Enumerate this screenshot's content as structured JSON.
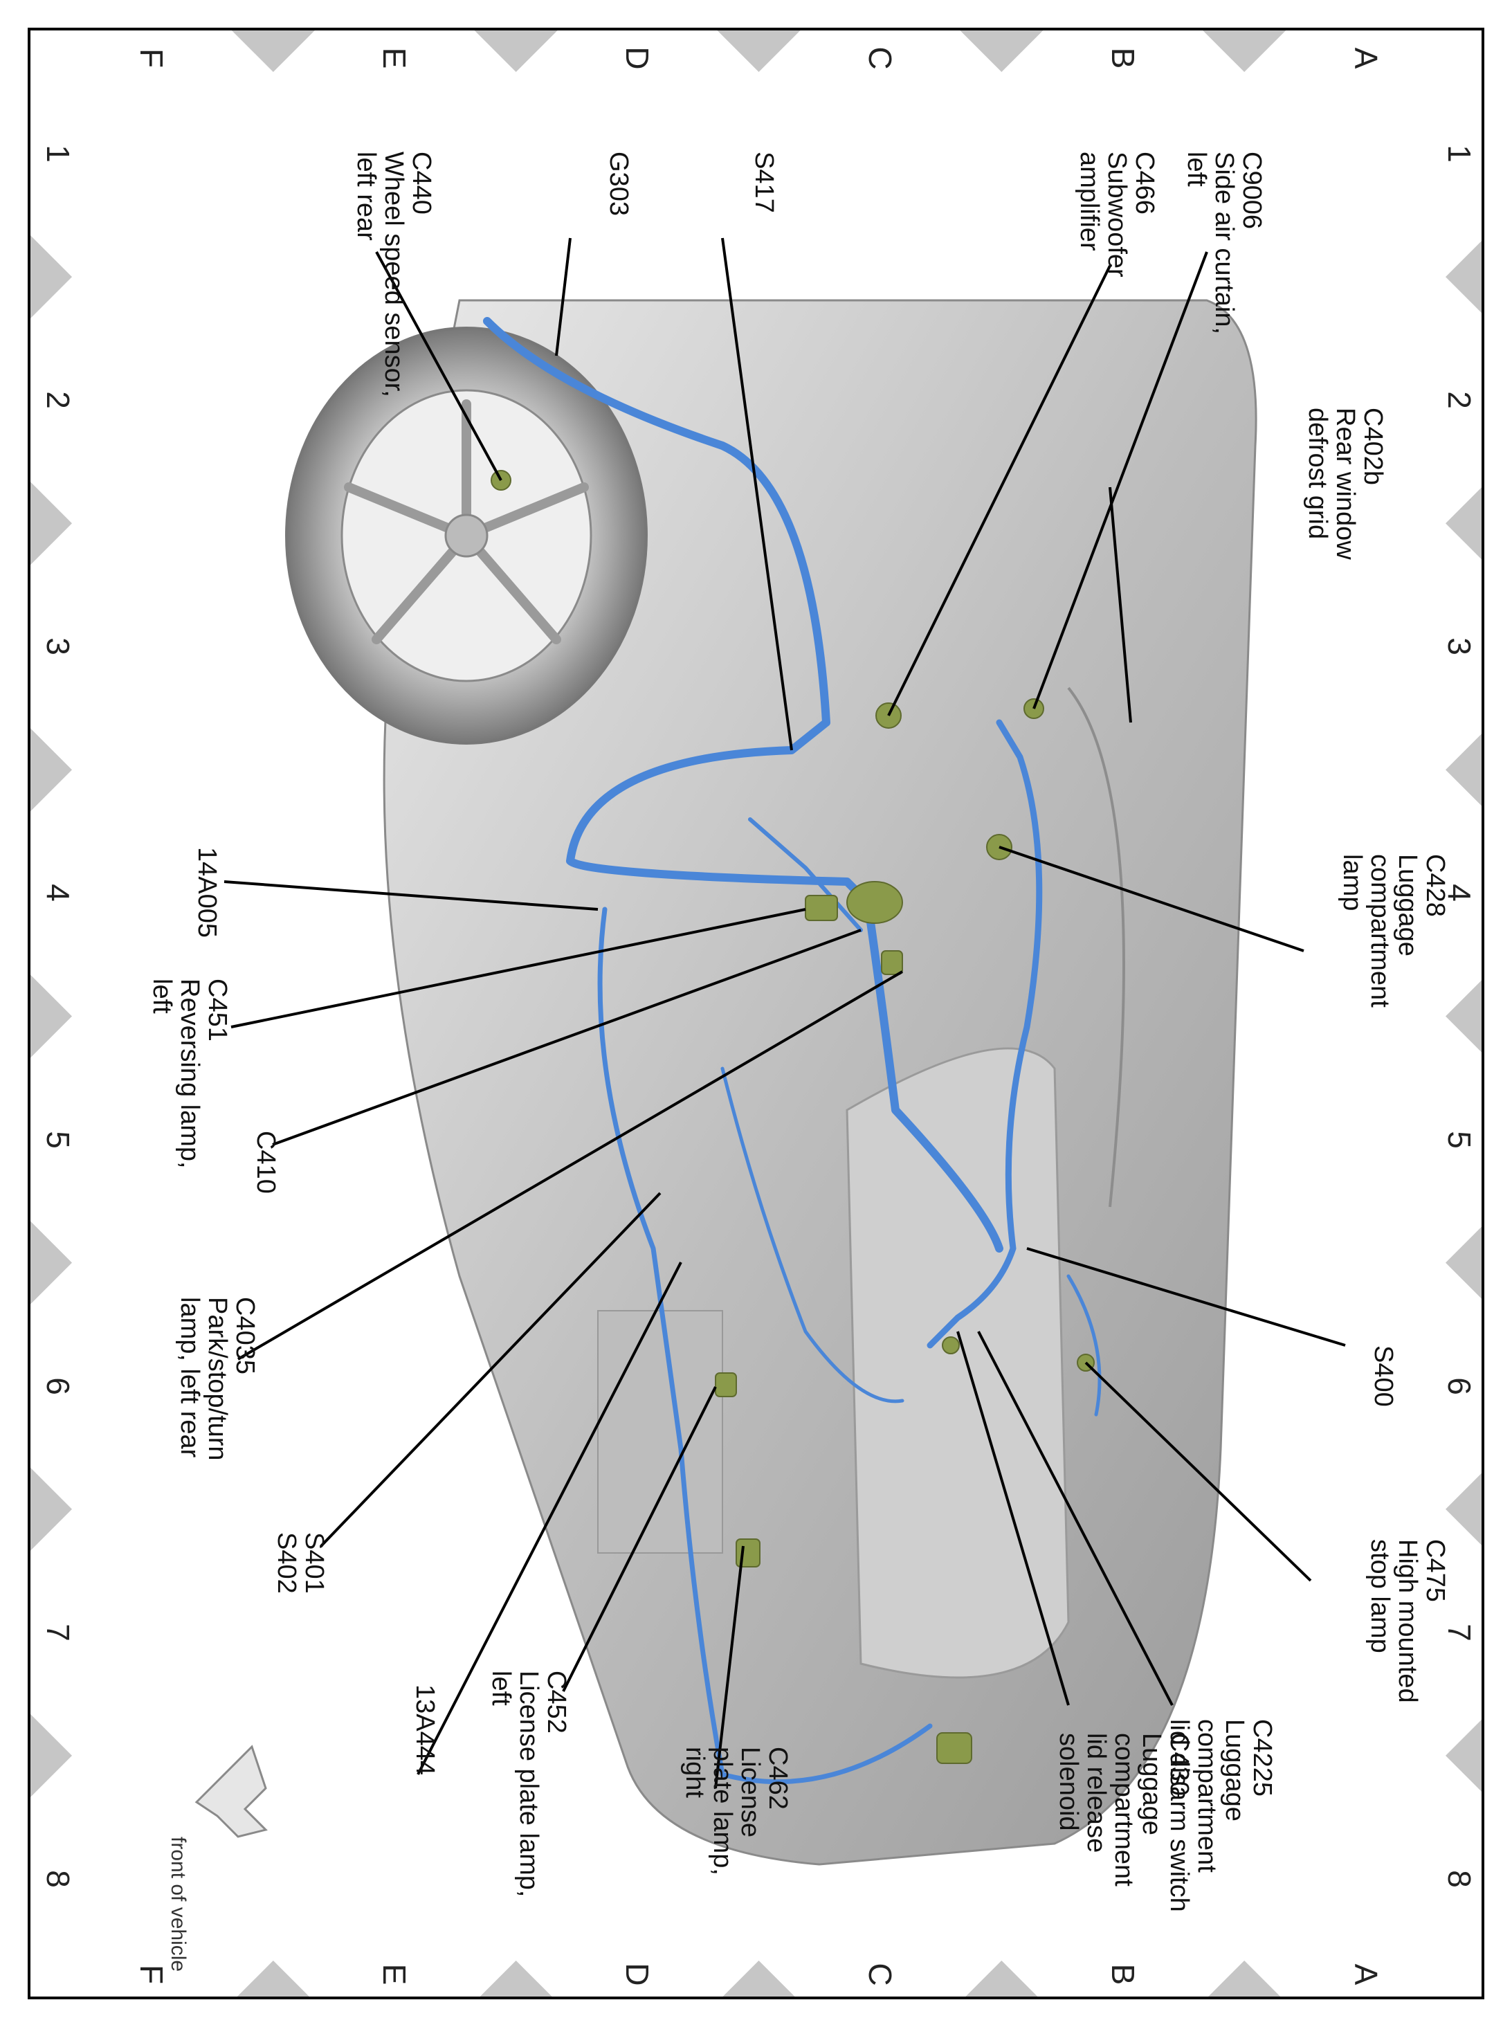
{
  "grid": {
    "rows": [
      "A",
      "B",
      "C",
      "D",
      "E",
      "F"
    ],
    "cols": [
      "1",
      "2",
      "3",
      "4",
      "5",
      "6",
      "7",
      "8"
    ]
  },
  "front_label": "front of vehicle",
  "callouts": [
    {
      "id": "C9006",
      "desc": "Side air curtain,\nleft"
    },
    {
      "id": "C466",
      "desc": "Subwoofer\namplifier"
    },
    {
      "id": "S417",
      "desc": ""
    },
    {
      "id": "G303",
      "desc": ""
    },
    {
      "id": "C440",
      "desc": "Wheel speed sensor,\nleft rear"
    },
    {
      "id": "C402b",
      "desc": "Rear window\ndefrost grid"
    },
    {
      "id": "C428",
      "desc": "Luggage\ncompartment\nlamp"
    },
    {
      "id": "14A005",
      "desc": ""
    },
    {
      "id": "C451",
      "desc": "Reversing lamp,\nleft"
    },
    {
      "id": "C410",
      "desc": ""
    },
    {
      "id": "C4035",
      "desc": "Park/stop/turn\nlamp, left rear"
    },
    {
      "id": "S400",
      "desc": ""
    },
    {
      "id": "C475",
      "desc": "High mounted\nstop lamp"
    },
    {
      "id": "S401",
      "desc": "S402"
    },
    {
      "id": "13A444",
      "desc": ""
    },
    {
      "id": "C452",
      "desc": "License plate lamp,\nleft"
    },
    {
      "id": "C462",
      "desc": "License\nplate lamp,\nright"
    },
    {
      "id": "C430",
      "desc": "Luggage\ncompartment\nlid release\nsolenoid"
    },
    {
      "id": "C4225",
      "desc": "Luggage\ncompartment\nlid disarm switch"
    }
  ],
  "colors": {
    "harness": "#4a86d8",
    "body": "#c8c8c8",
    "connector": "#8a9a4a",
    "border_triangle": "#c6c6c6"
  }
}
